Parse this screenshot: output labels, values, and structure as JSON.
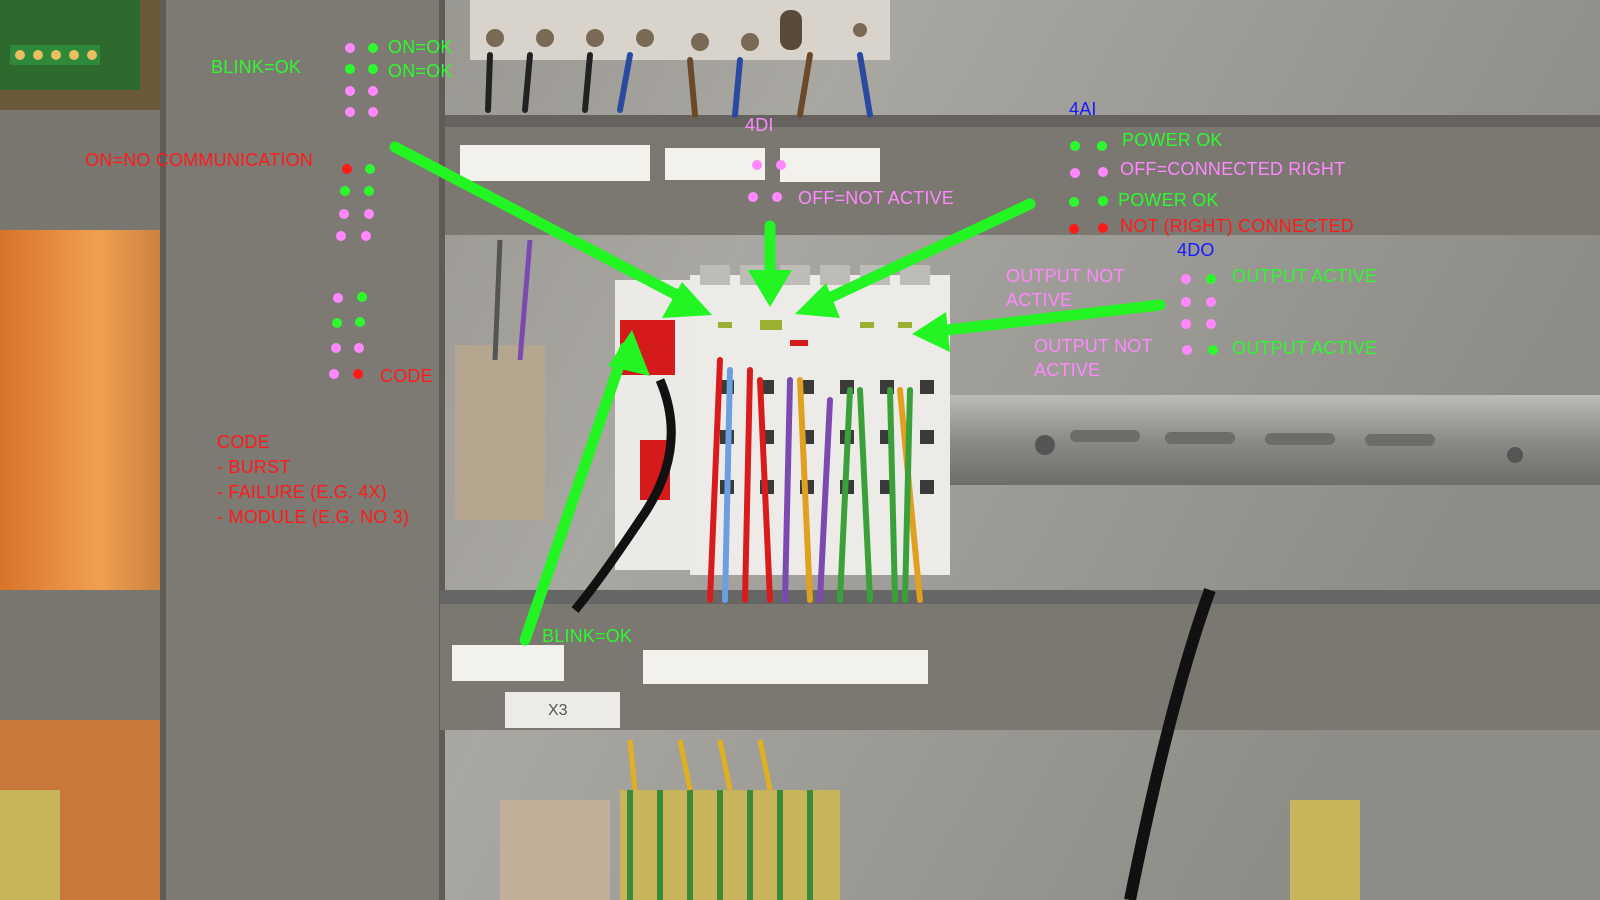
{
  "colors": {
    "annotation_green": "#2dfa2d",
    "annotation_red": "#ff1a1a",
    "annotation_pink": "#ff88ff",
    "annotation_blue": "#1a1aff",
    "arrow_green": "#22f522"
  },
  "coupler": {
    "blink_ok": "BLINK=OK",
    "on_ok_1": "ON=OK",
    "on_ok_2": "ON=OK",
    "no_communication": "ON=NO COMMUNICATION",
    "code_short": "CODE",
    "code_title": "CODE",
    "code_items": [
      "- BURST",
      "- FAILURE (E.G. 4X)",
      "- MODULE (E.G. NO 3)"
    ],
    "bottom_blink_ok": "BLINK=OK"
  },
  "di_module": {
    "title": "4DI",
    "off_not_active": "OFF=NOT ACTIVE"
  },
  "ai_module": {
    "title": "4AI",
    "power_ok_1": "POWER OK",
    "off_connected_right": "OFF=CONNECTED RIGHT",
    "power_ok_2": "POWER OK",
    "not_right_connected": "NOT (RIGHT) CONNECTED"
  },
  "do_module": {
    "title": "4DO",
    "output_not_active_1": "OUTPUT NOT\nACTIVE",
    "output_active_1": "OUTPUT ACTIVE",
    "output_not_active_2": "OUTPUT NOT\nACTIVE",
    "output_active_2": "OUTPUT ACTIVE"
  },
  "panel_labels": {
    "terminal_x3": "X3"
  }
}
